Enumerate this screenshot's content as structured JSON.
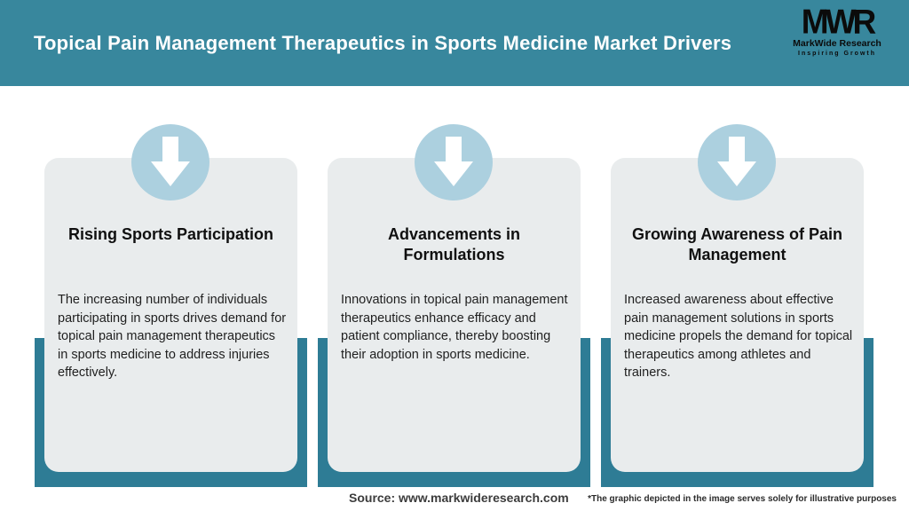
{
  "header": {
    "title": "Topical Pain Management Therapeutics in Sports Medicine Market Drivers",
    "logo": {
      "acronym": "MWR",
      "name": "MarkWide Research",
      "tagline": "Inspiring Growth"
    }
  },
  "cards": [
    {
      "title": "Rising Sports Participation",
      "description": "The increasing number of individuals participating in sports drives demand for topical pain management therapeutics in sports medicine to address injuries effectively."
    },
    {
      "title": "Advancements in Formulations",
      "description": "Innovations in topical pain management therapeutics enhance efficacy and patient compliance, thereby boosting their adoption in sports medicine."
    },
    {
      "title": "Growing Awareness of Pain Management",
      "description": "Increased awareness about effective pain management solutions in sports medicine propels the demand for topical therapeutics among athletes and trainers."
    }
  ],
  "footer": {
    "source": "Source: www.markwideresearch.com",
    "disclaimer": "*The graphic depicted in the image serves solely for illustrative purposes"
  },
  "icons": {
    "arrow": "down-arrow"
  },
  "colors": {
    "header_teal": "#38879D",
    "accent_bar_teal": "#2E7C95",
    "circle_blue": "#ACD0DF",
    "card_gray": "#E9ECED",
    "title_white": "#FFFFFF",
    "text_dark": "#1F1F1F"
  }
}
